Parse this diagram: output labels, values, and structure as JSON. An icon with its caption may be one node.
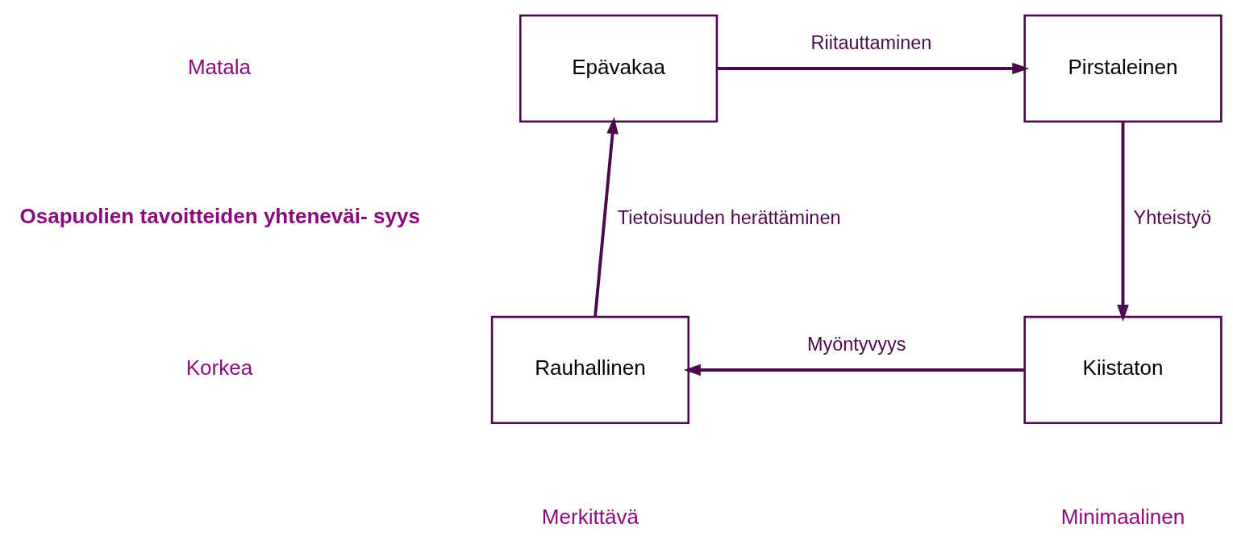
{
  "diagram": {
    "nodes": [
      {
        "text": [
          "Epävakaa"
        ]
      },
      {
        "text": [
          "Pirstaleinen"
        ]
      },
      {
        "text": [
          "Rauhallinen"
        ]
      },
      {
        "text": [
          "Kiistaton"
        ]
      }
    ],
    "edges": [
      {
        "from": 0,
        "to": 1,
        "arrow": "to",
        "label": "Riitauttaminen"
      },
      {
        "from": 1,
        "to": 3,
        "arrow": "to",
        "label": "Yhteistyö"
      },
      {
        "from": 3,
        "to": 2,
        "arrow": "to",
        "label": "Myöntyvyys"
      },
      {
        "from": 2,
        "to": 0,
        "arrow": "to",
        "label": "Tietoisuuden herättäminen"
      }
    ],
    "labels": [
      "Matala",
      "Osapuolien tavoitteiden yhteneväi- syys",
      "Korkea",
      "Merkittävä",
      "Minimaalinen"
    ]
  }
}
